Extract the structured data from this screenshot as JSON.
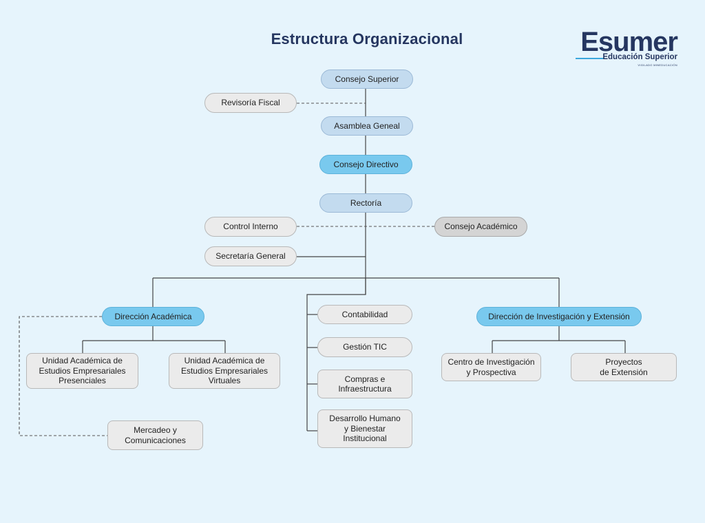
{
  "title": "Estructura Organizacional",
  "logo": {
    "name": "Esumer",
    "tagline": "Educación Superior",
    "fine_print": "VIGILADO MINEDUCACIÓN"
  },
  "colors": {
    "background": "#e6f4fc",
    "title": "#253660",
    "box_light_blue": "#c3dbef",
    "box_cyan": "#79c9ee",
    "box_gray": "#ebebeb",
    "box_dark_gray": "#d4d4d4",
    "connector": "#444444"
  },
  "nodes": {
    "consejo_superior": "Consejo Superior",
    "revisoria_fiscal": "Revisoría Fiscal",
    "asamblea_general": "Asamblea Geneal",
    "consejo_directivo": "Consejo Directivo",
    "rectoria": "Rectoría",
    "control_interno": "Control Interno",
    "consejo_academico": "Consejo Académico",
    "secretaria_general": "Secretaría General",
    "direccion_academica": "Dirección Académica",
    "unidad_presenciales": "Unidad Académica de\nEstudios Empresariales\nPresenciales",
    "unidad_virtuales": "Unidad Académica de\nEstudios Empresariales\nVirtuales",
    "mercadeo": "Mercadeo y\nComunicaciones",
    "contabilidad": "Contabilidad",
    "gestion_tic": "Gestión TIC",
    "compras": "Compras e\nInfraestructura",
    "desarrollo_humano": "Desarrollo Humano\ny Bienestar\nInstitucional",
    "direccion_investigacion": "Dirección de Investigación y Extensión",
    "centro_investigacion": "Centro de Investigación\ny Prospectiva",
    "proyectos_extension": "Proyectos\nde Extensión"
  }
}
